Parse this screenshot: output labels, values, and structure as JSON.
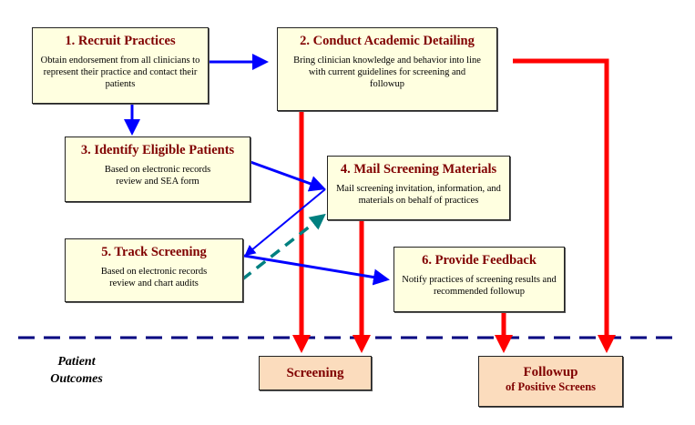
{
  "steps": [
    {
      "title": "1. Recruit Practices",
      "desc": "Obtain endorsement from all clinicians to represent their practice and contact their patients"
    },
    {
      "title": "2. Conduct Academic Detailing",
      "desc": "Bring clinician knowledge and behavior into line with current guidelines for screening and followup"
    },
    {
      "title": "3. Identify Eligible Patients",
      "desc": "Based on electronic records review and SEA form"
    },
    {
      "title": "4. Mail Screening Materials",
      "desc": "Mail screening invitation, information, and materials on behalf of practices"
    },
    {
      "title": "5. Track Screening",
      "desc": "Based on electronic records review and chart audits"
    },
    {
      "title": "6. Provide Feedback",
      "desc": "Notify practices of screening results and recommended followup"
    }
  ],
  "outcomes_label": {
    "line1": "Patient",
    "line2": "Outcomes"
  },
  "outcomes": [
    {
      "title": "Screening"
    },
    {
      "title": "Followup",
      "subtitle": "of Positive Screens"
    }
  ],
  "colors": {
    "process_arrow": "#0000ff",
    "outcome_arrow": "#ff0000",
    "dashed_arrow": "#008080",
    "divider": "#000080",
    "step_fill": "#ffffe0",
    "outcome_fill": "#fbdcbd",
    "title_text": "#800000"
  }
}
